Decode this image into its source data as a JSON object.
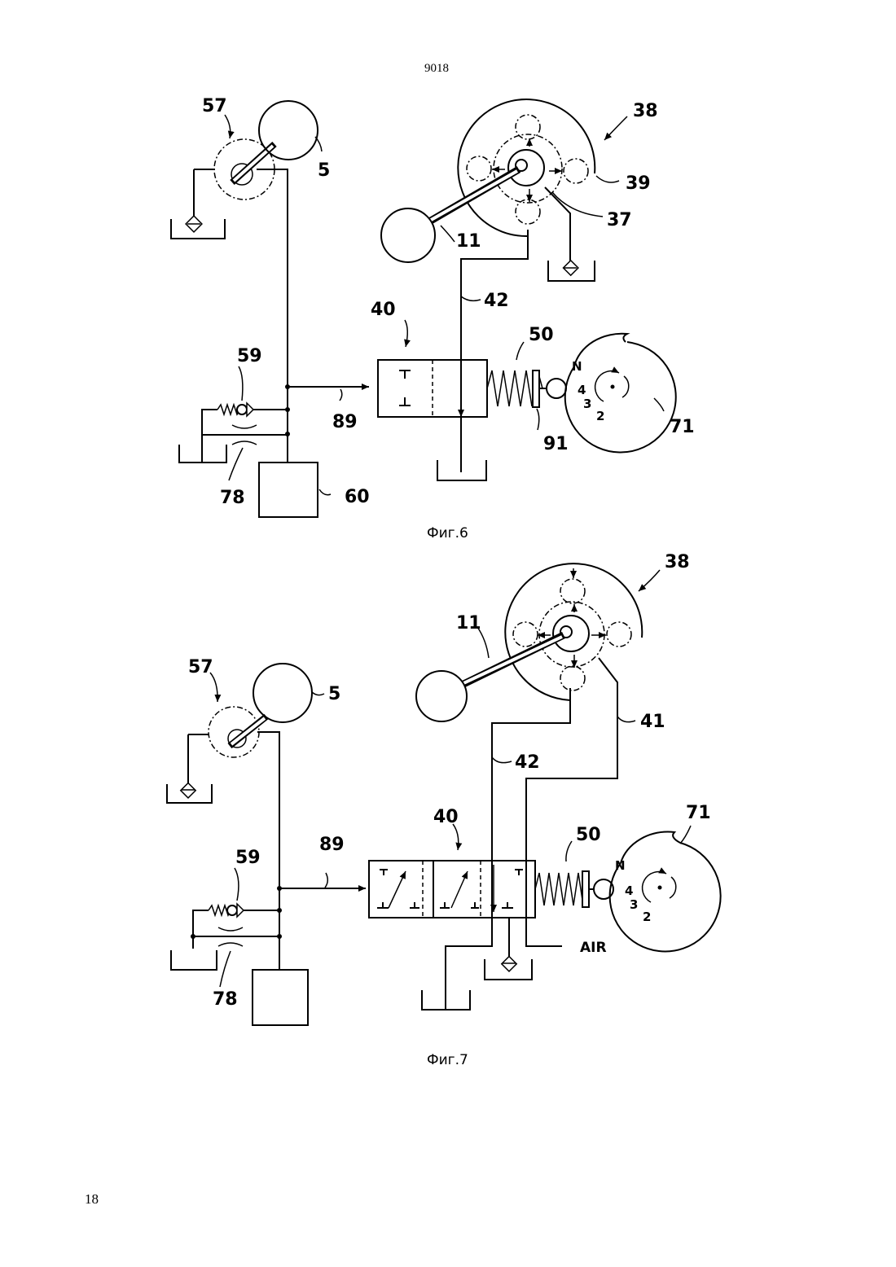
{
  "header": {
    "page_number": "9018"
  },
  "footer": {
    "page_number": "18"
  },
  "figures": [
    {
      "caption": "Фиг.6",
      "labels": {
        "l57": "57",
        "l5": "5",
        "l38": "38",
        "l39": "39",
        "l37": "37",
        "l11": "11",
        "l42": "42",
        "l40": "40",
        "l50": "50",
        "l59": "59",
        "l89": "89",
        "l91": "91",
        "l71": "71",
        "l78": "78",
        "l60": "60",
        "gN": "N",
        "g4": "4",
        "g3": "3",
        "g2": "2"
      }
    },
    {
      "caption": "Фиг.7",
      "labels": {
        "l38": "38",
        "l11": "11",
        "l57": "57",
        "l5": "5",
        "l41": "41",
        "l42": "42",
        "l71": "71",
        "l40": "40",
        "l50": "50",
        "l89": "89",
        "l59": "59",
        "l78": "78",
        "air": "AIR",
        "gN": "N",
        "g4": "4",
        "g3": "3",
        "g2": "2"
      }
    }
  ]
}
